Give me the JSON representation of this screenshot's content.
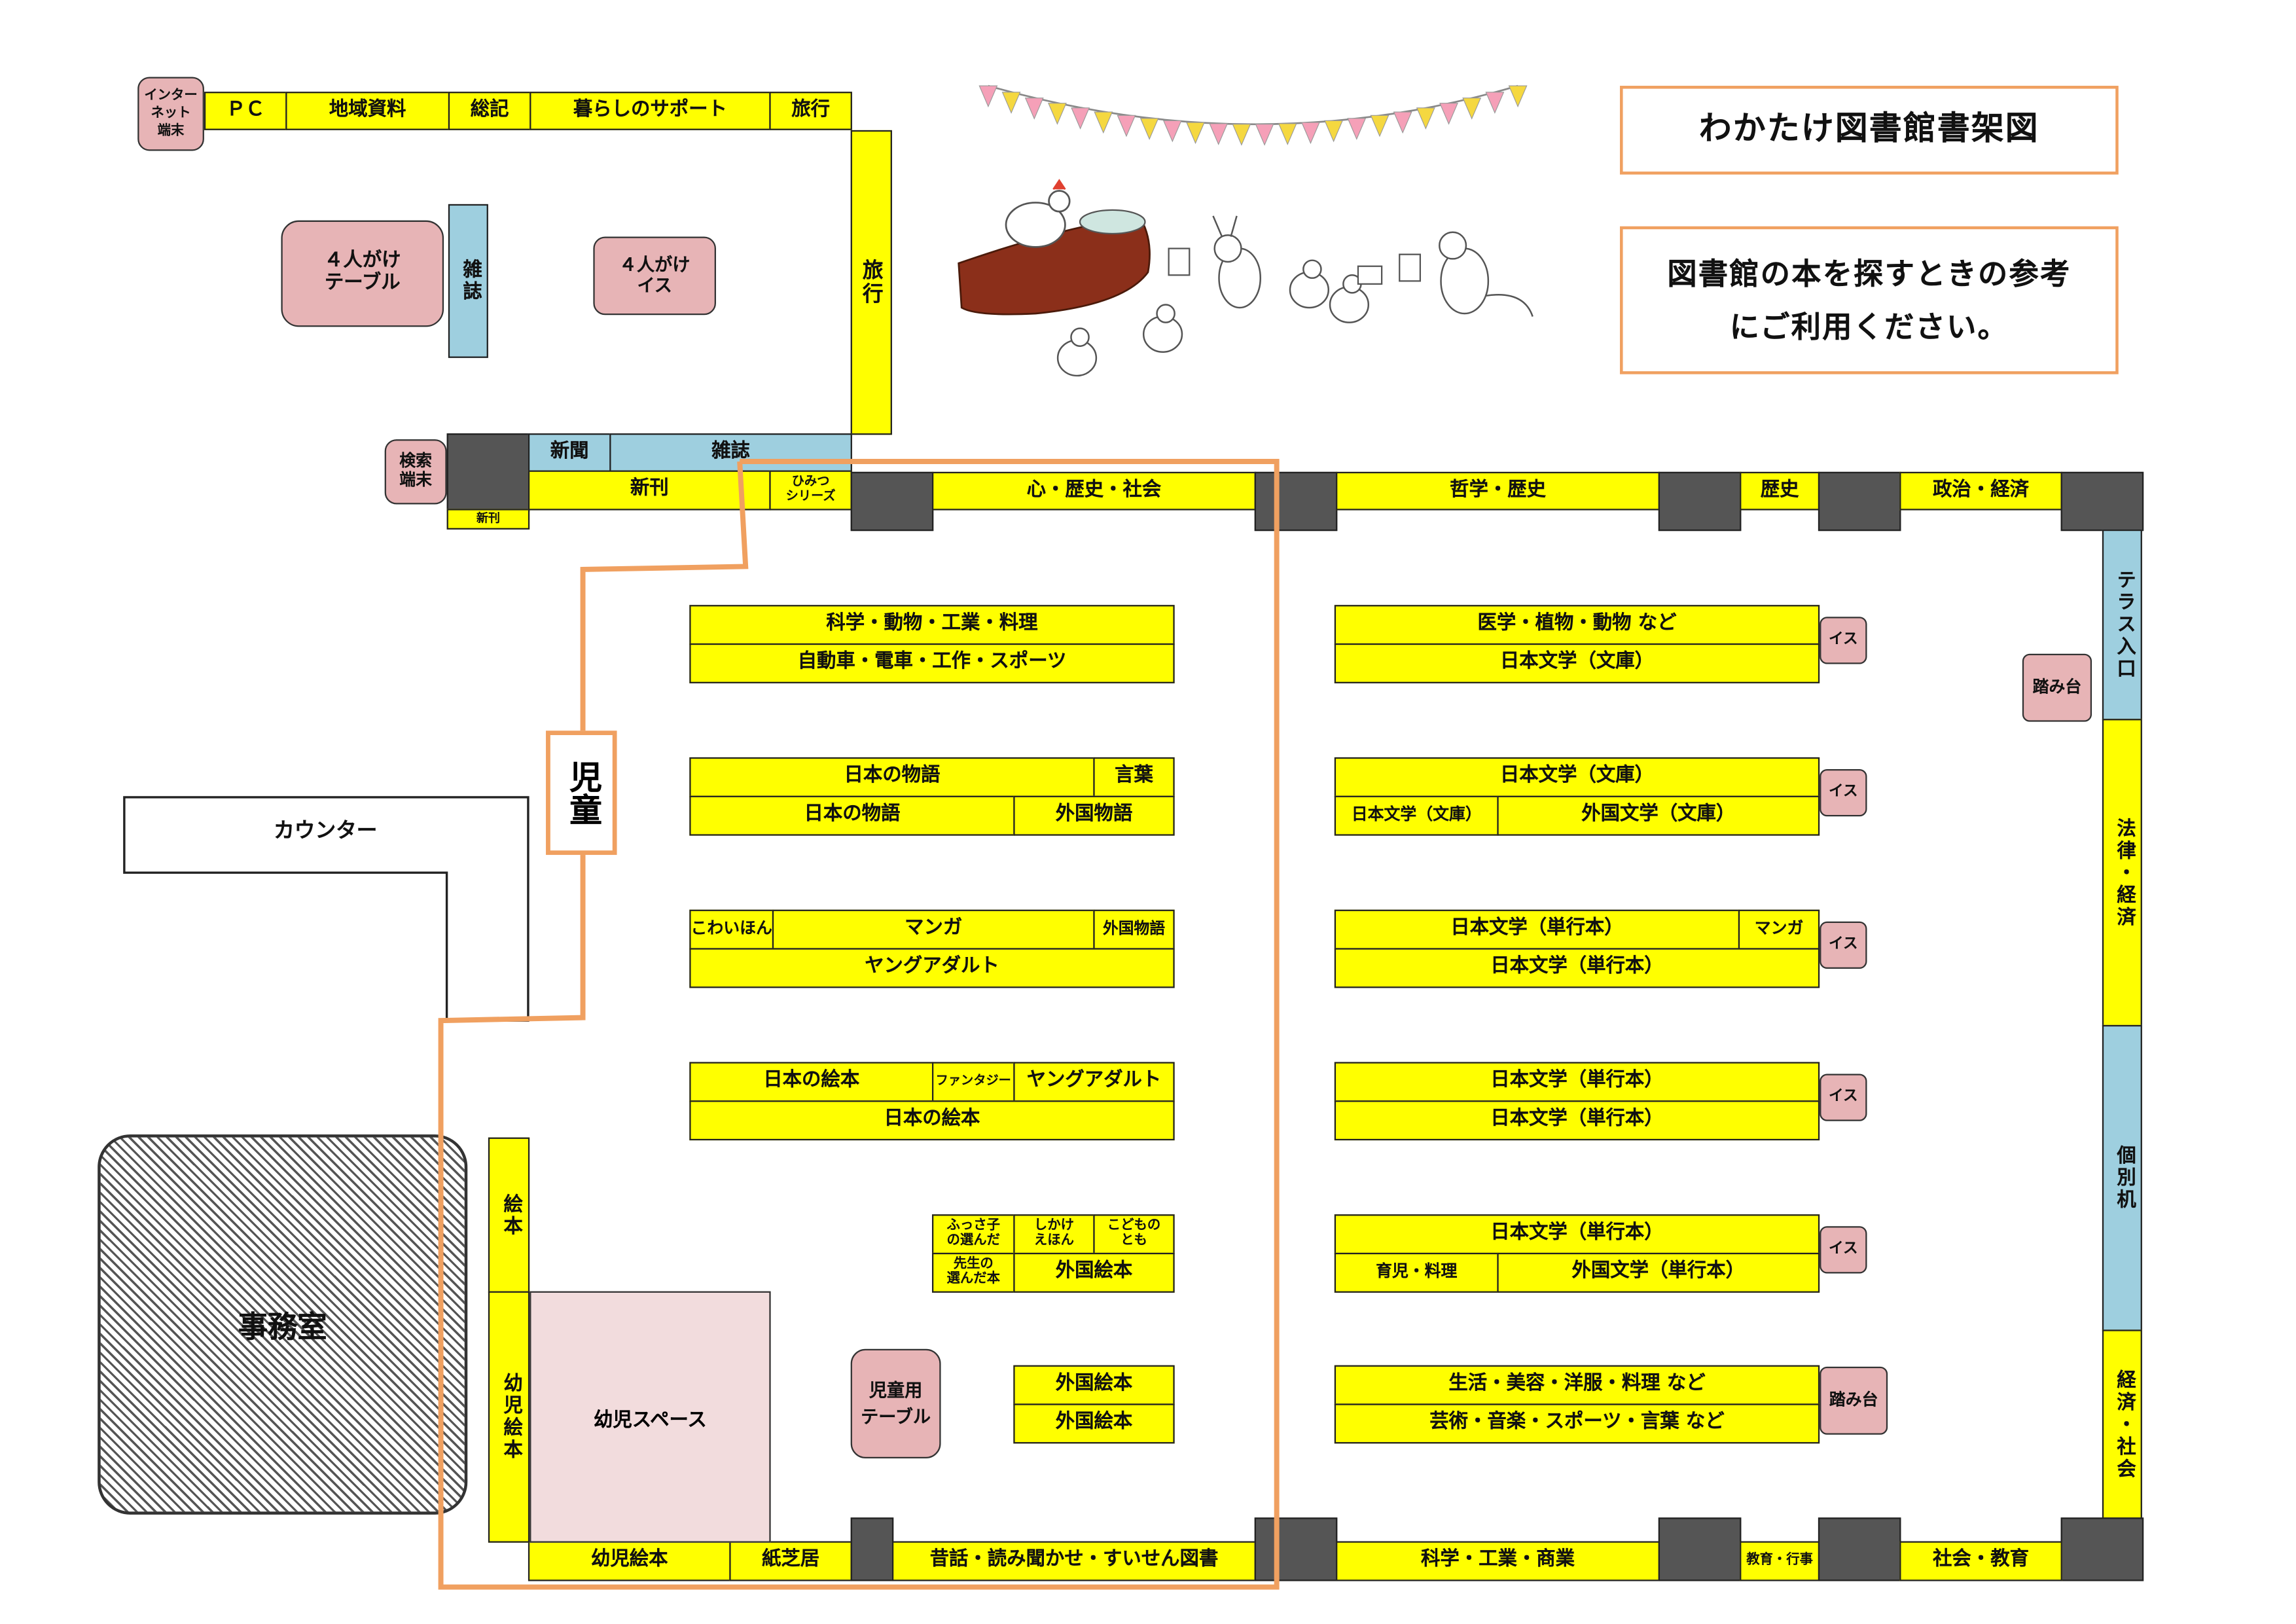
{
  "title": "わかたけ図書館書架図",
  "subtitle": "図書館の本を探すときの参考にご利用ください。",
  "colors": {
    "shelf": "#ffff00",
    "furniture": "#e7b4b6",
    "window_area": "#9ecfdf",
    "pillar": "#555555",
    "children_zone_outline": "#f0a060"
  },
  "areas": {
    "kids": "児童",
    "counter": "カウンター",
    "office": "事務室",
    "infant_space": "幼児スペース"
  },
  "furniture": {
    "internet": "インター\nネット\n端末",
    "search": "検索\n端末",
    "table4": "４人がけ\nテーブル",
    "chair4": "４人がけ\nイス",
    "kids_table": "児童用\nテーブル",
    "step_right": "踏み台",
    "step_bottom": "踏み台",
    "chair": "イス"
  },
  "top_shelves": {
    "pc": "ＰＣ",
    "local": "地域資料",
    "general": "総記",
    "living": "暮らしのサポート",
    "travel": "旅行",
    "travel_vertical": "旅行",
    "magazine_vertical": "雑誌",
    "newspaper": "新聞",
    "magazine": "雑誌",
    "new_books": "新刊",
    "new_books_small": "新刊",
    "himitsu": "ひみつ\nシリーズ",
    "mind_history": "心・歴史・社会",
    "philosophy": "哲学・歴史",
    "history": "歴史",
    "politics": "政治・経済"
  },
  "right_wall": {
    "terrace": "テラス入口",
    "law": "法律・経済",
    "desks": "個別机",
    "econ": "経済・社会"
  },
  "bottom_shelves": {
    "infant_picture": "幼児絵本",
    "kamishibai": "紙芝居",
    "folk_tales": "昔話・読み聞かせ・すいせん図書",
    "science": "科学・工業・商業",
    "education": "教育・行事",
    "society": "社会・教育"
  },
  "left_wall": {
    "picture_books": "絵本",
    "infant_books": "幼児絵本"
  },
  "children_shelves": {
    "r1a": "科学・動物・工業・料理",
    "r1b": "自動車・電車・工作・スポーツ",
    "r2a": "日本の物語",
    "r2a2": "言葉",
    "r2b": "日本の物語",
    "r2b2": "外国物語",
    "r3a1": "こわいほん",
    "r3a2": "マンガ",
    "r3a3": "外国物語",
    "r3b": "ヤングアダルト",
    "r4a1": "日本の絵本",
    "r4a2": "ファンタジー",
    "r4a3": "ヤングアダルト",
    "r4b": "日本の絵本",
    "r5a1": "ふっさ子\nの選んだ",
    "r5a2": "しかけ\nえほん",
    "r5a3": "こどもの\nとも",
    "r5b1": "先生の\n選んだ本",
    "r5b2": "外国絵本",
    "r6a": "外国絵本",
    "r6b": "外国絵本"
  },
  "adult_shelves": {
    "a1a": "医学・植物・動物 など",
    "a1b": "日本文学（文庫）",
    "a2a": "日本文学（文庫）",
    "a2b1": "日本文学（文庫）",
    "a2b2": "外国文学（文庫）",
    "a3a1": "日本文学（単行本）",
    "a3a2": "マンガ",
    "a3b": "日本文学（単行本）",
    "a4a": "日本文学（単行本）",
    "a4b": "日本文学（単行本）",
    "a5a": "日本文学（単行本）",
    "a5b1": "育児・料理",
    "a5b2": "外国文学（単行本）",
    "a6a": "生活・美容・洋服・料理 など",
    "a6b": "芸術・音楽・スポーツ・言葉 など"
  }
}
